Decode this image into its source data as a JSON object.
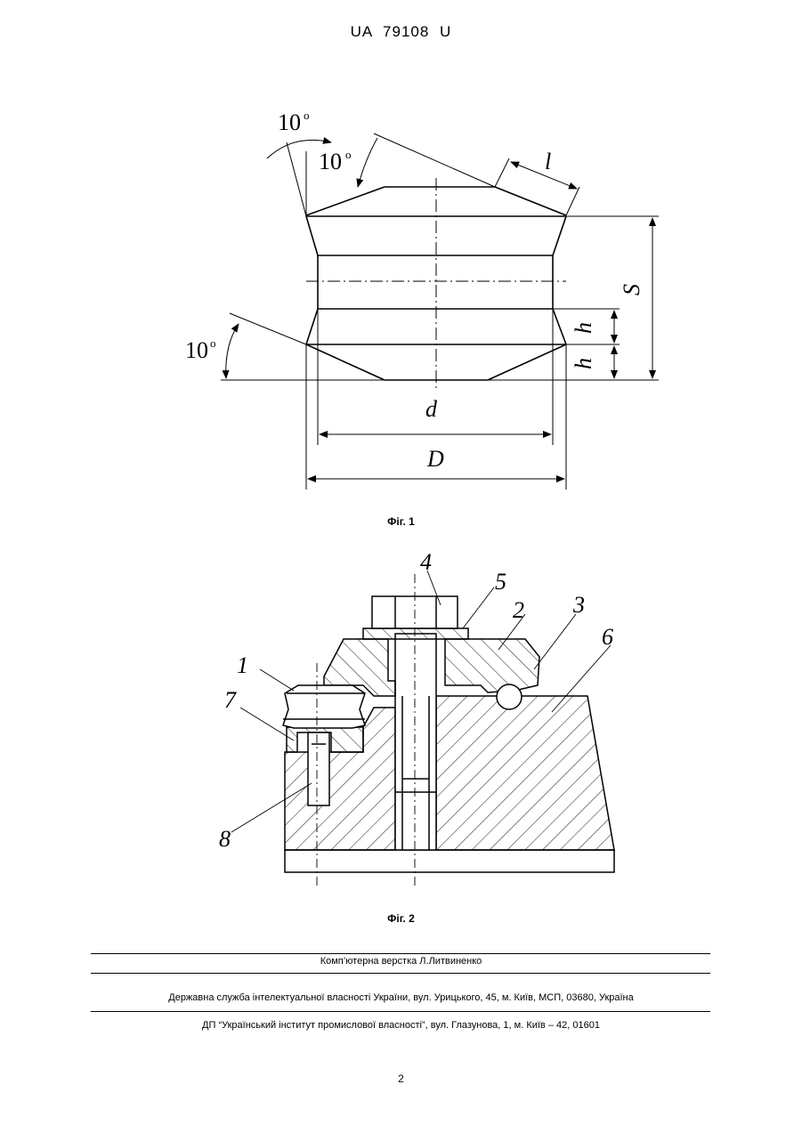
{
  "header": {
    "patent_number": "UA  79108  U"
  },
  "figure1": {
    "caption": "Фіг. 1",
    "labels": {
      "angle_top_left": "10",
      "angle_top_inner": "10",
      "angle_bottom": "10",
      "degree": "o",
      "l": "l",
      "S": "S",
      "h_upper": "h",
      "h_lower": "h",
      "d": "d",
      "D": "D"
    }
  },
  "figure2": {
    "caption": "Фіг. 2",
    "labels": {
      "n1": "1",
      "n2": "2",
      "n3": "3",
      "n4": "4",
      "n5": "5",
      "n6": "6",
      "n7": "7",
      "n8": "8"
    }
  },
  "footer": {
    "layout": "Комп’ютерна верстка Л.Литвиненко",
    "agency": "Державна служба інтелектуальної власності України, вул. Урицького, 45, м. Київ, МСП, 03680, Україна",
    "institute": "ДП “Український інститут промислової власності”, вул. Глазунова, 1, м. Київ – 42, 01601"
  },
  "page_number": "2"
}
